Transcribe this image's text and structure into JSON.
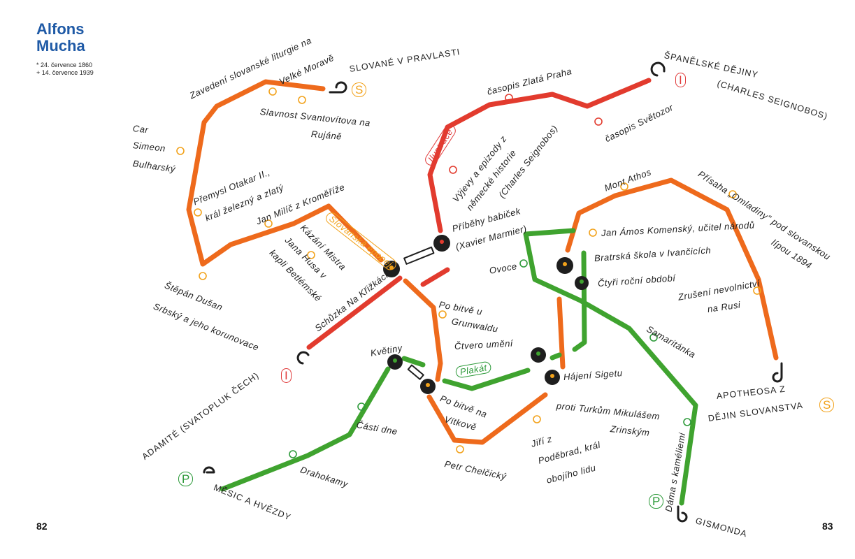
{
  "header": {
    "title_line1": "Alfons",
    "title_line2": "Mucha",
    "born": "* 24. července 1860",
    "died": "+ 14. července 1939"
  },
  "page_numbers": {
    "left": "82",
    "right": "83"
  },
  "colors": {
    "title": "#1f5aa6",
    "orange": "#ee6a1c",
    "red": "#e23b2e",
    "green": "#3fa32f",
    "marker": "#1e1e1e"
  },
  "lines": {
    "slovanska_epopej": "Slovanská epopej",
    "ilustrace": "Ilustrace",
    "plakat": "Plakát"
  },
  "termini": {
    "slovane": "SLOVANÉ V PRAVLASTI",
    "slovane_sym": "S",
    "spanelske": "ŠPANĚLSKÉ DĚJINY",
    "spanelske_sym": "I",
    "spanelske_author": "(CHARLES SEIGNOBOS)",
    "adamite": "ADAMITÉ (SVATOPLUK ČECH)",
    "adamite_sym": "I",
    "mesic": "MĚSIC A HVĚZDY",
    "mesic_sym": "P",
    "gismonda": "GISMONDA",
    "gismonda_sym": "P",
    "apotheosa1": "APOTHEOSA Z",
    "apotheosa2": "DĚJIN SLOVANSTVA",
    "apotheosa_sym": "S"
  },
  "stations": {
    "zavedeni1": "Zavedení slovanské liturgie na",
    "zavedeni2": "Velké Moravě",
    "slavnost1": "Slavnost Svantovítova na",
    "slavnost2": "Rujáně",
    "car": "Car",
    "simeon": "Simeon",
    "bulharsky": "Bulharský",
    "premysl1": "Přemysl Otakar II.,",
    "premysl2": "král železný a zlatý",
    "milic": "Jan Milíč z Kroměříže",
    "kazani1": "Kázání Mistra",
    "kazani2": "Jana Husa v",
    "kazani3": "kapli Betlémské",
    "stepan1": "Štěpán Dušan",
    "stepan2": "Srbský a jeho korunovace",
    "schuzka": "Schůzka Na Křižkách",
    "pribehy1": "Příběhy babiček",
    "pribehy2": "(Xavier Marmier)",
    "vyjevy1": "Výjevy a epizody z",
    "vyjevy2": "německé historie",
    "vyjevy3": "(Charles Seignobos)",
    "zlata_praha": "časopis Zlatá Praha",
    "svetozor": "časopis Světozor",
    "mont_athos": "Mont Athos",
    "prisaha1": "Přísaha „Omladiny\" pod slovanskou",
    "prisaha2": "lípou 1894",
    "komensky": "Jan Ámos Komenský, učitel národů",
    "bratrska": "Bratrská škola v Ivančicích",
    "ctyri": "Čtyři roční období",
    "ovoce": "Ovoce",
    "zruseni1": "Zrušení nevolnictví",
    "zruseni2": "na Rusi",
    "samaritanka": "Samaritánka",
    "grunwald1": "Po bitvě u",
    "grunwald2": "Grunwaldu",
    "ctvero": "Čtvero umění",
    "kvetiny": "Květiny",
    "vitkov1": "Po bitvě na",
    "vitkov2": "Vítkově",
    "casti": "Části dne",
    "drahokamy": "Drahokamy",
    "chelcicky": "Petr Chelčický",
    "sigetu1": "Hájení Sigetu",
    "sigetu2": "proti Turkům Mikulášem",
    "sigetu3": "Zrinským",
    "jiri1": "Jiří z",
    "jiri2": "Poděbrad, král",
    "jiri3": "obojího lidu",
    "dama": "Dáma s kaméliemi"
  }
}
